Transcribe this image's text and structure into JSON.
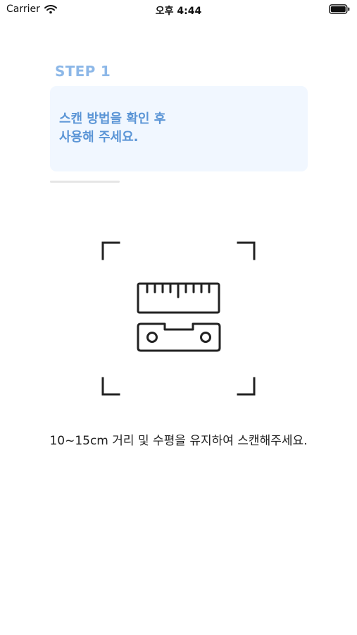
{
  "status_bar": {
    "carrier": "Carrier",
    "time": "오후 4:44",
    "icons": [
      "wifi-icon",
      "battery-icon"
    ]
  },
  "step": {
    "label": "STEP 1",
    "guide_lines": [
      "스캔 방법을 확인 후",
      "사용해 주세요."
    ],
    "progress": 0.27
  },
  "scan": {
    "icon": "ruler-level-icon",
    "instruction": "10~15cm 거리 및 수평을 유지하여 스캔해주세요."
  },
  "colors": {
    "step_label": "#8db8e8",
    "guide_text": "#5b95d6",
    "card_bg": "#f1f7ff",
    "icon_stroke": "#222222"
  }
}
